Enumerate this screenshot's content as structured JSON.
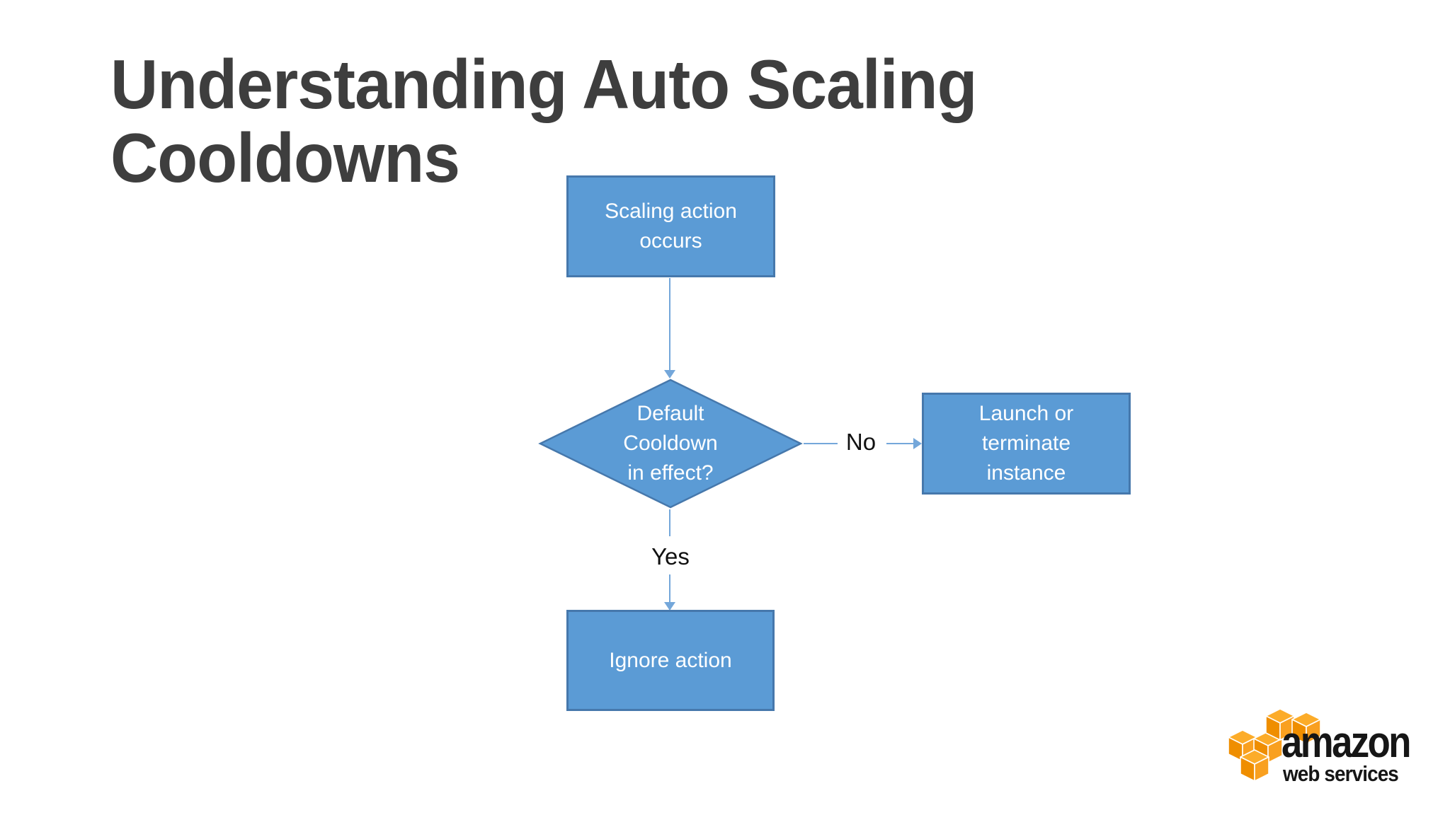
{
  "slide": {
    "title": {
      "line1": "Understanding Auto Scaling",
      "line2": "Cooldowns"
    },
    "colors": {
      "background": "#ffffff",
      "title_text": "#3e3e3e",
      "shape_fill": "#5b9bd5",
      "shape_border": "#4678ac",
      "connector": "#74a7da",
      "shape_text": "#ffffff",
      "edge_label_text": "#111111",
      "aws_orange": "#f89c1c",
      "aws_logo_text": "#161616"
    }
  },
  "flowchart": {
    "nodes": {
      "start": {
        "label": "Scaling action\noccurs"
      },
      "decision": {
        "label": "Default\nCooldown\nin effect?"
      },
      "no_target": {
        "label": "Launch or\nterminate\ninstance"
      },
      "yes_target": {
        "label": "Ignore action"
      }
    },
    "edge_labels": {
      "no": "No",
      "yes": "Yes"
    }
  },
  "logo": {
    "brand": "amazon",
    "tagline": "web services",
    "icon": "aws-cubes-icon"
  }
}
